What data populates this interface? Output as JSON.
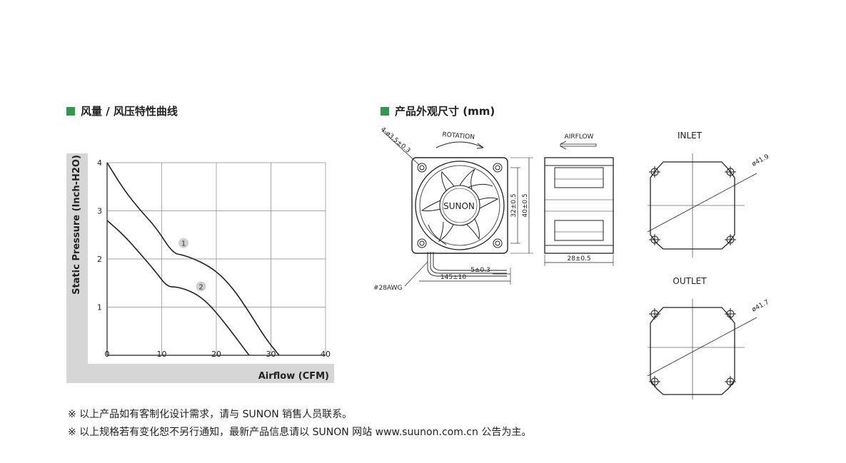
{
  "sections": {
    "curve_heading": "风量 / 风压特性曲线",
    "dims_heading": "产品外观尺寸 (mm)"
  },
  "chart_data": {
    "type": "line",
    "title": "",
    "xlabel": "Airflow (CFM)",
    "ylabel": "Static Pressure (Inch-H2O)",
    "xlim": [
      0,
      40
    ],
    "ylim": [
      0,
      4
    ],
    "xticks": [
      "0",
      "10",
      "20",
      "30",
      "40"
    ],
    "yticks": [
      "1",
      "2",
      "3",
      "4"
    ],
    "grid": true,
    "series": [
      {
        "name": "1",
        "x": [
          0,
          3,
          6,
          9,
          12,
          14,
          17,
          20,
          23,
          26,
          29,
          31.5
        ],
        "y": [
          4.0,
          3.45,
          3.02,
          2.65,
          2.12,
          2.08,
          1.95,
          1.75,
          1.4,
          0.9,
          0.35,
          0.0
        ]
      },
      {
        "name": "2",
        "x": [
          0,
          3,
          6,
          9,
          11,
          13,
          16,
          18.5,
          21,
          23.5,
          26
        ],
        "y": [
          2.8,
          2.5,
          2.12,
          1.72,
          1.42,
          1.42,
          1.3,
          1.08,
          0.75,
          0.38,
          0.0
        ]
      }
    ]
  },
  "drawing": {
    "rotation_label": "ROTATION",
    "airflow_label": "AIRFLOW",
    "brand": "SUNON",
    "hole_dim": "4-ø3.5±0.3",
    "dim_32": "32±0.5",
    "dim_40": "40±0.5",
    "dim_28": "28±0.5",
    "dim_5": "5±0.3",
    "dim_145": "145±10",
    "wire_label": "#28AWG",
    "inlet_label": "INLET",
    "inlet_dia": "ø41.9",
    "outlet_label": "OUTLET",
    "outlet_dia": "ø41.7"
  },
  "notes": [
    "※ 以上产品如有客制化设计需求，请与 SUNON 销售人员联系。",
    "※ 以上规格若有变化恕不另行通知，最新产品信息请以 SUNON 网站 www.suunon.com.cn 公告为主。"
  ],
  "colors": {
    "accent_green": "#2e9a4a",
    "panel_gray": "#d6d6d6"
  }
}
